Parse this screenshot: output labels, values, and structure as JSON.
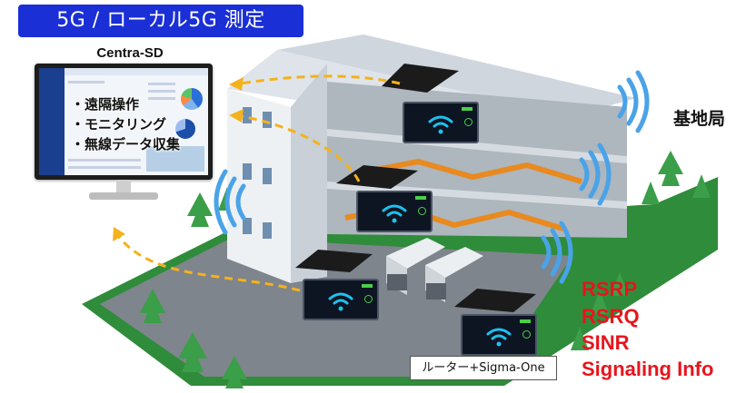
{
  "title": "5G / ローカル5G 測定",
  "monitor": {
    "title": "Centra-SD",
    "features": [
      "・遠隔操作",
      "・モニタリング",
      "・無線データ収集"
    ]
  },
  "base_station_label": "基地局",
  "metrics": [
    "RSRP",
    "RSRQ",
    "SINR",
    "Signaling Info"
  ],
  "router_label": "ルーター+Sigma-One",
  "colors": {
    "title_badge": "#1a2fd6",
    "metrics": "#e8141c",
    "dashed_arrow": "#f4b21b",
    "wifi": "#1ec1ef",
    "signal_waves": "#4aa3e8",
    "building": "#e9edf2",
    "lawn": "#2f8c3a"
  },
  "icons": [
    "wifi-icon",
    "signal-wave-icon",
    "tree-icon",
    "truck-icon",
    "dashed-arrow-icon"
  ]
}
